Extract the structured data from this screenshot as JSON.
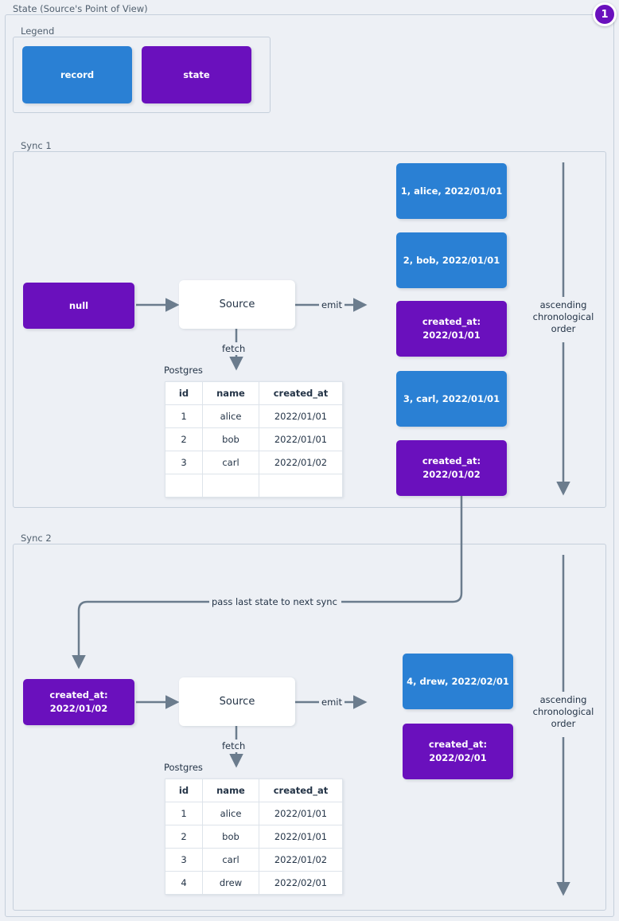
{
  "page": {
    "title": "State (Source's Point of View)",
    "badge": "1",
    "colors": {
      "record": "#2a80d4",
      "state": "#6a10bd",
      "background": "#edf0f5",
      "border": "#c5cfdb",
      "wire": "#6b7c8d"
    }
  },
  "legend": {
    "title": "Legend",
    "items": [
      {
        "label": "record",
        "kind": "record"
      },
      {
        "label": "state",
        "kind": "state"
      }
    ]
  },
  "sync1": {
    "title": "Sync 1",
    "state_in": "null",
    "source": "Source",
    "fetch_label": "fetch",
    "emit_label": "emit",
    "db_label": "Postgres",
    "table": {
      "columns": [
        "id",
        "name",
        "created_at"
      ],
      "rows": [
        [
          "1",
          "alice",
          "2022/01/01"
        ],
        [
          "2",
          "bob",
          "2022/01/01"
        ],
        [
          "3",
          "carl",
          "2022/01/02"
        ],
        [
          "",
          "",
          ""
        ]
      ]
    },
    "emitted": [
      {
        "kind": "record",
        "line1": "1, alice, 2022/01/01",
        "line2": ""
      },
      {
        "kind": "record",
        "line1": "2, bob, 2022/01/01",
        "line2": ""
      },
      {
        "kind": "state",
        "line1": "created_at:",
        "line2": "2022/01/01"
      },
      {
        "kind": "record",
        "line1": "3, carl, 2022/01/01",
        "line2": ""
      },
      {
        "kind": "state",
        "line1": "created_at:",
        "line2": "2022/01/02"
      }
    ],
    "order_label": "ascending\nchronological\norder",
    "order_lines": [
      "ascending",
      "chronological",
      "order"
    ]
  },
  "sync2": {
    "title": "Sync 2",
    "state_in_line1": "created_at:",
    "state_in_line2": "2022/01/02",
    "source": "Source",
    "fetch_label": "fetch",
    "emit_label": "emit",
    "db_label": "Postgres",
    "pass_state_label": "pass last state to next sync",
    "table": {
      "columns": [
        "id",
        "name",
        "created_at"
      ],
      "rows": [
        [
          "1",
          "alice",
          "2022/01/01"
        ],
        [
          "2",
          "bob",
          "2022/01/01"
        ],
        [
          "3",
          "carl",
          "2022/01/02"
        ],
        [
          "4",
          "drew",
          "2022/02/01"
        ]
      ]
    },
    "emitted": [
      {
        "kind": "record",
        "line1": "4, drew, 2022/02/01",
        "line2": ""
      },
      {
        "kind": "state",
        "line1": "created_at:",
        "line2": "2022/02/01"
      }
    ],
    "order_lines": [
      "ascending",
      "chronological",
      "order"
    ]
  }
}
